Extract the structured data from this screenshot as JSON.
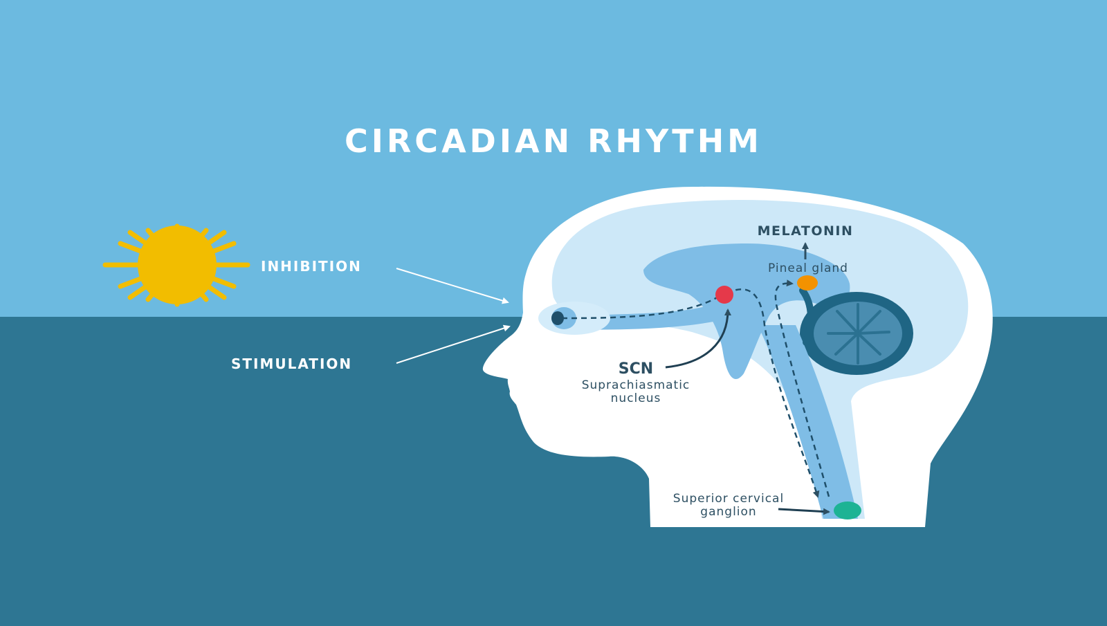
{
  "title": "CIRCADIAN RHYTHM",
  "labels": {
    "inhibition": "INHIBITION",
    "stimulation": "STIMULATION",
    "melatonin": "MELATONIN",
    "pineal": "Pineal gland",
    "scn": "SCN",
    "scn_line1": "Suprachiasmatic",
    "scn_line2": "nucleus",
    "scg_line1": "Superior cervical",
    "scg_line2": "ganglion"
  },
  "colors": {
    "sky": "#6cbae0",
    "night": "#2e7693",
    "head": "#ffffff",
    "brain_outer": "#cde8f8",
    "brain_inner": "#7fbde6",
    "sun": "#f2bd00",
    "scn": "#e5394a",
    "pineal": "#f39200",
    "ganglion": "#1db394",
    "dark_text": "#2d4f62"
  },
  "icons": {
    "sun": "sun-icon",
    "moon": "moon-icon"
  }
}
